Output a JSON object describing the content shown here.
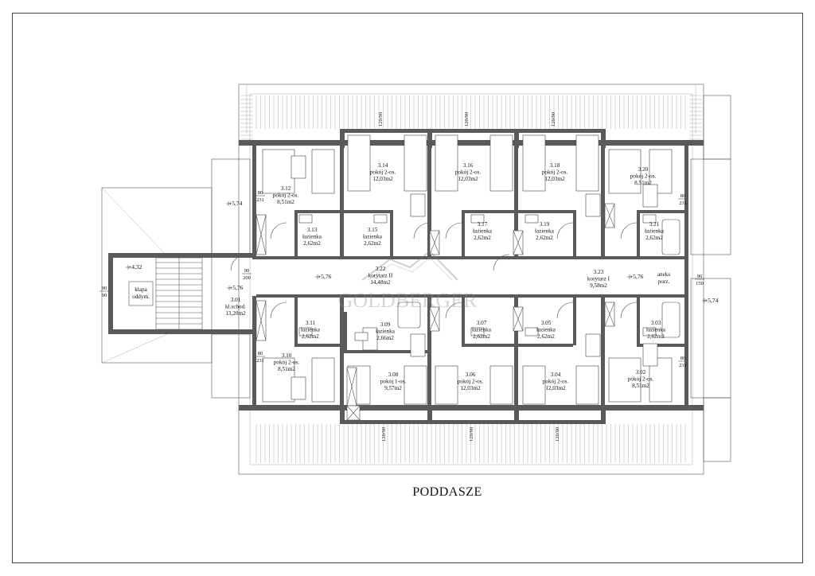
{
  "title": "PODDASZE",
  "watermark": "GOLDBERGER",
  "rooms": [
    {
      "id": "3.01",
      "name": "kl.schod.",
      "area": "13,20m2"
    },
    {
      "id": "3.02",
      "name": "pokój 2-os.",
      "area": "8,51m2"
    },
    {
      "id": "3.03",
      "name": "łazienka",
      "area": "2,62m2"
    },
    {
      "id": "3.04",
      "name": "pokój 2-os.",
      "area": "12,03m2"
    },
    {
      "id": "3.05",
      "name": "łazienka",
      "area": "2,62m2"
    },
    {
      "id": "3.06",
      "name": "pokój 2-os.",
      "area": "12,03m2"
    },
    {
      "id": "3.07",
      "name": "łazienka",
      "area": "2,62m2"
    },
    {
      "id": "3.08",
      "name": "pokój 1-os.",
      "area": "9,57m2"
    },
    {
      "id": "3.09",
      "name": "łazienka",
      "area": "2,66m2"
    },
    {
      "id": "3.10",
      "name": "pokój 2-os.",
      "area": "8,51m2"
    },
    {
      "id": "3.11",
      "name": "łazienka",
      "area": "2,62m2"
    },
    {
      "id": "3.12",
      "name": "pokój 2-os.",
      "area": "8,51m2"
    },
    {
      "id": "3.13",
      "name": "łazienka",
      "area": "2,62m2"
    },
    {
      "id": "3.14",
      "name": "pokój 2-os.",
      "area": "12,03m2"
    },
    {
      "id": "3.15",
      "name": "łazienka",
      "area": "2,62m2"
    },
    {
      "id": "3.16",
      "name": "pokój 2-os.",
      "area": "12,03m2"
    },
    {
      "id": "3.17",
      "name": "łazienka",
      "area": "2,62m2"
    },
    {
      "id": "3.18",
      "name": "pokój 2-os.",
      "area": "12,03m2"
    },
    {
      "id": "3.19",
      "name": "łazienka",
      "area": "2,62m2"
    },
    {
      "id": "3.20",
      "name": "pokój 2-os.",
      "area": "8,51m2"
    },
    {
      "id": "3.21",
      "name": "łazienka",
      "area": "2,62m2"
    },
    {
      "id": "3.22",
      "name": "korytarz II",
      "area": "14,48m2"
    },
    {
      "id": "3.23",
      "name": "korytarz I",
      "area": "9,58m2"
    }
  ],
  "extra_labels": [
    "klapa",
    "oddym.",
    "aneks",
    "porz."
  ],
  "levels": [
    "+5,74",
    "+4,32",
    "+5,76",
    "+5,76",
    "+5,76",
    "+5,74"
  ],
  "doors": [
    {
      "w": "80",
      "h": "231"
    },
    {
      "w": "80",
      "h": "231"
    },
    {
      "w": "80",
      "h": "231"
    },
    {
      "w": "80",
      "h": "231"
    },
    {
      "w": "90",
      "h": "200"
    },
    {
      "w": "90",
      "h": "90"
    },
    {
      "w": "90",
      "h": "150"
    }
  ],
  "windows": [
    "120/90",
    "120/90",
    "120/90",
    "120/90",
    "120/90",
    "120/90"
  ]
}
